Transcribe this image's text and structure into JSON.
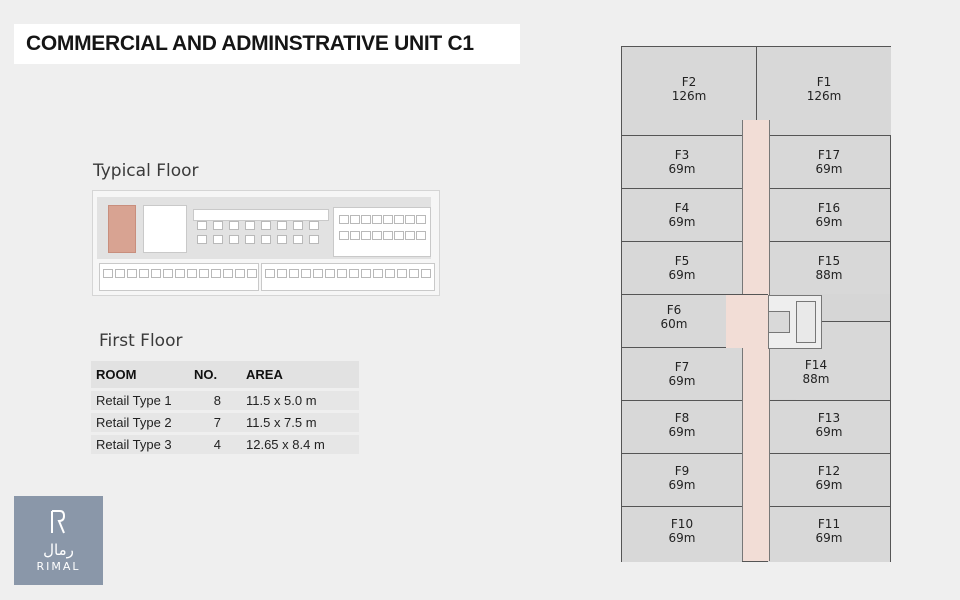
{
  "title": "COMMERCIAL AND ADMINSTRATIVE UNIT  C1",
  "typical_floor_label": "Typical Floor",
  "first_floor_label": "First Floor",
  "table": {
    "headers": [
      "ROOM",
      "NO.",
      "AREA"
    ],
    "rows": [
      {
        "room": "Retail Type 1",
        "no": "8",
        "area": "11.5 x 5.0 m"
      },
      {
        "room": "Retail Type 2",
        "no": "7",
        "area": "11.5 x 7.5 m"
      },
      {
        "room": "Retail Type 3",
        "no": "4",
        "area": "12.65 x 8.4 m"
      }
    ]
  },
  "logo": {
    "arabic": "رمال",
    "latin": "RIMAL",
    "color": "#8a97a9"
  },
  "units": [
    {
      "name": "F2",
      "area": "126m"
    },
    {
      "name": "F1",
      "area": "126m"
    },
    {
      "name": "F3",
      "area": "69m"
    },
    {
      "name": "F17",
      "area": "69m"
    },
    {
      "name": "F4",
      "area": "69m"
    },
    {
      "name": "F16",
      "area": "69m"
    },
    {
      "name": "F5",
      "area": "69m"
    },
    {
      "name": "F15",
      "area": "88m"
    },
    {
      "name": "F6",
      "area": "60m"
    },
    {
      "name": "F7",
      "area": "69m"
    },
    {
      "name": "F14",
      "area": "88m"
    },
    {
      "name": "F8",
      "area": "69m"
    },
    {
      "name": "F13",
      "area": "69m"
    },
    {
      "name": "F9",
      "area": "69m"
    },
    {
      "name": "F12",
      "area": "69m"
    },
    {
      "name": "F10",
      "area": "69m"
    },
    {
      "name": "F11",
      "area": "69m"
    }
  ]
}
